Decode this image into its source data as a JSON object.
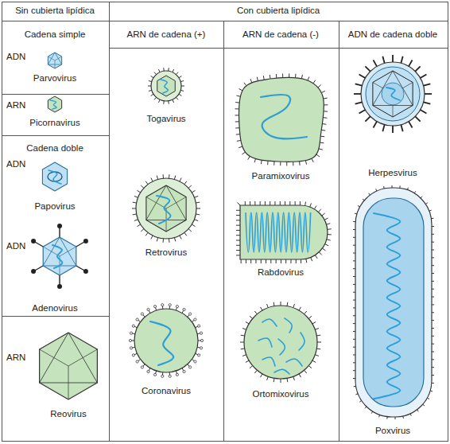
{
  "diagram": {
    "labels": [
      "Sin cubierta lipídica",
      "Con cubierta lipídica",
      "Cadena simple",
      "ARN de cadena (+)",
      "ARN de cadena (-)",
      "ADN de cadena doble",
      "ADN",
      "Parvovirus",
      "ARN",
      "Picornavirus",
      "Togavirus",
      "Herpesvirus",
      "Paramixovirus",
      "Cadena doble",
      "ADN",
      "Papovirus",
      "Retrovirus",
      "ADN",
      "Rabdovirus",
      "Adenovirus",
      "ARN",
      "Coronavirus",
      "Ortomixovirus",
      "Reovirus",
      "Poxvirus"
    ]
  }
}
